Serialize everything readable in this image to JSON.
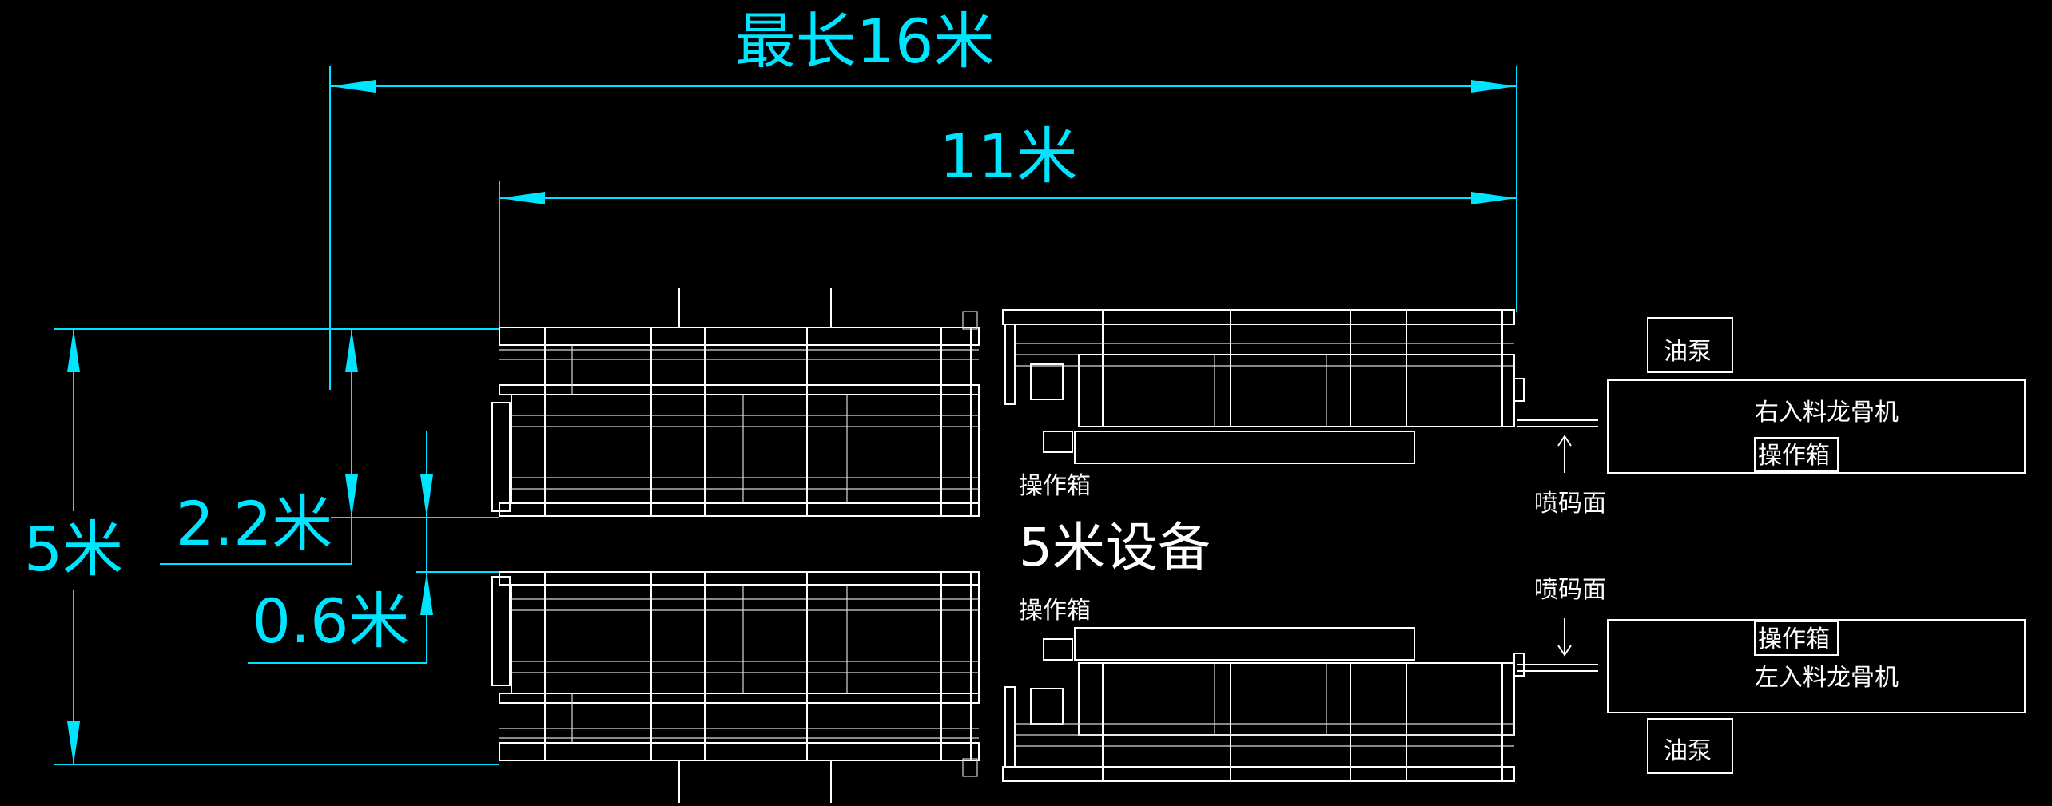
{
  "dimensions": {
    "max_length": "最长16米",
    "length_11": "11米",
    "width_5": "5米",
    "lane_2_2": "2.2米",
    "gap_0_6": "0.6米"
  },
  "title": "5米设备",
  "labels": {
    "operation_box_top": "操作箱",
    "operation_box_bottom": "操作箱",
    "spray_face_top": "喷码面",
    "spray_face_bottom": "喷码面",
    "oil_pump_top": "油泵",
    "oil_pump_bottom": "油泵",
    "right_feeder": "右入料龙骨机",
    "left_feeder": "左入料龙骨机",
    "right_feeder_op": "操作箱",
    "left_feeder_op": "操作箱"
  },
  "colors": {
    "dimension": "#00e5ff",
    "outline": "#ffffff",
    "background": "#000000"
  }
}
